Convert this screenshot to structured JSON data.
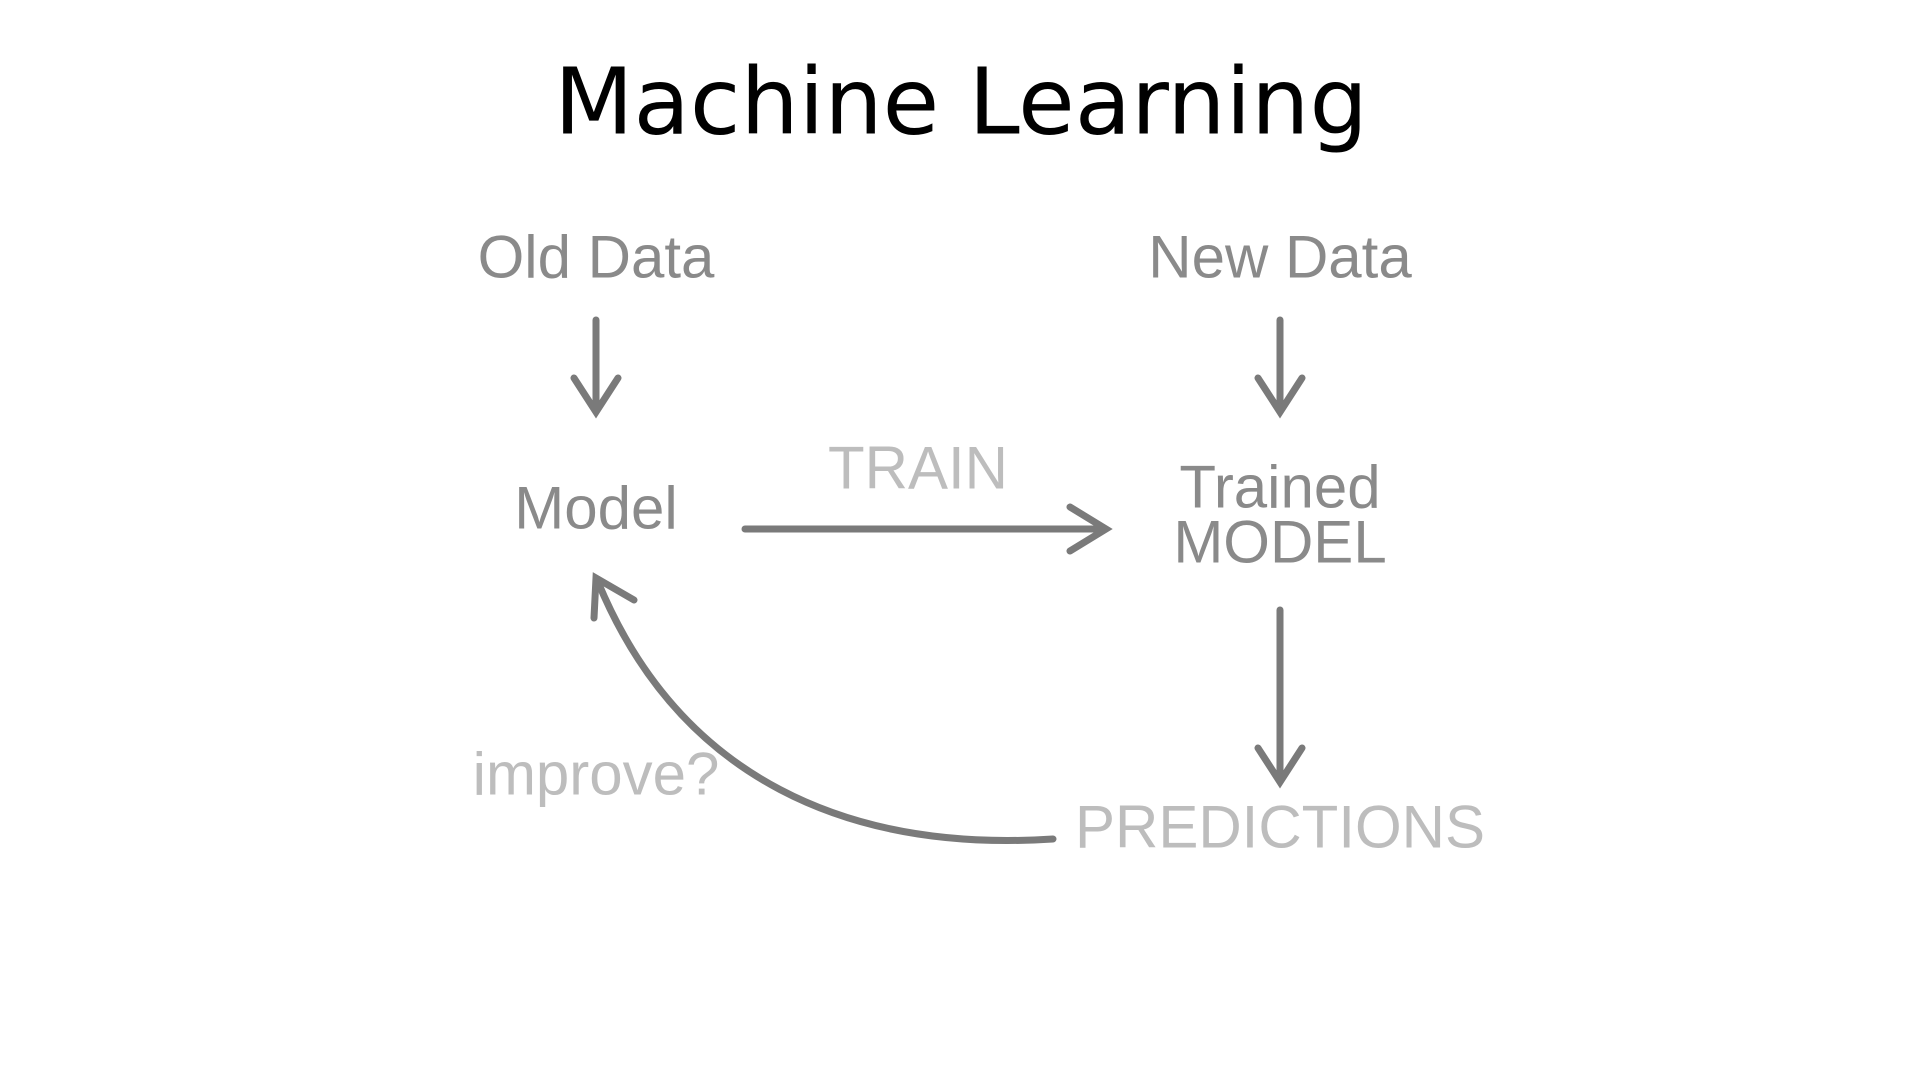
{
  "title": "Machine Learning",
  "nodes": {
    "old_data": "Old Data",
    "new_data": "New Data",
    "model": "Model",
    "trained_line1": "Trained",
    "trained_line2": "MODEL",
    "predictions": "PREDICTIONS"
  },
  "edges": {
    "train": "TRAIN",
    "improve": "improve?"
  },
  "colors": {
    "node_text": "#8a8a8a",
    "edge_label": "#bdbdbd",
    "arrow": "#7a7a7a"
  }
}
